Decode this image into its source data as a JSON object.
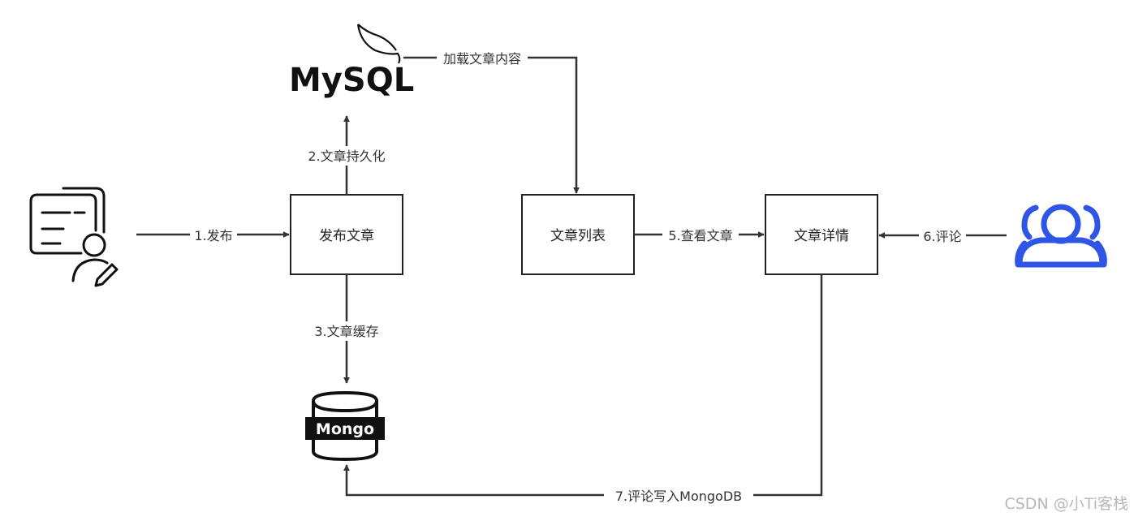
{
  "nodes": {
    "publish_article": "发布文章",
    "article_list": "文章列表",
    "article_detail": "文章详情"
  },
  "edges": {
    "publish": "1.发布",
    "persist": "2.文章持久化",
    "cache": "3.文章缓存",
    "load": "加载文章内容",
    "view": "5.查看文章",
    "comment": "6.评论",
    "write_mongo": "7.评论写入MongoDB"
  },
  "logos": {
    "mysql": "MySQL",
    "mongo": "Mongo"
  },
  "icons": {
    "author": "document-user-edit-icon",
    "users": "user-group-icon"
  },
  "colors": {
    "line": "#333333",
    "users_icon": "#2f55e6"
  },
  "watermark": "CSDN @小Ti客栈"
}
